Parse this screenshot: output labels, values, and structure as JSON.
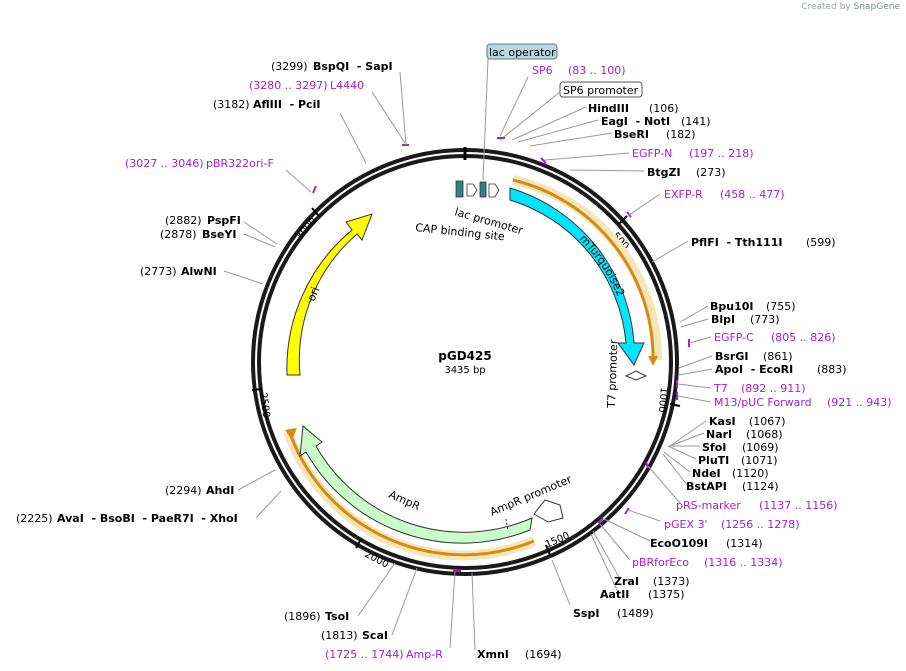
{
  "credit": {
    "prefix": "Created by",
    "brand": "SnapGene"
  },
  "plasmid": {
    "name": "pGD425",
    "length": "3435 bp"
  },
  "ticks": [
    "500",
    "1000",
    "1500",
    "2000",
    "2500",
    "3000"
  ],
  "features": {
    "mturquoise2": "mTurquoise2",
    "ori": "ori",
    "ampr": "AmpR",
    "ampr_promoter": "AmpR promoter",
    "lac_promoter": "lac promoter",
    "cap_site": "CAP binding site",
    "t7_promoter": "T7 promoter"
  },
  "boxed": {
    "lac_operator": "lac operator",
    "sp6_promoter": "SP6 promoter"
  },
  "enzymes": {
    "sapi": {
      "pos": "(3299)",
      "name": "BspQI  - SapI"
    },
    "pcii": {
      "pos": "(3182)",
      "name": "AflIII  - PciI"
    },
    "pspfi": {
      "pos": "(2882)",
      "name": "PspFI"
    },
    "bseyi": {
      "pos": "(2878)",
      "name": "BseYI"
    },
    "alwni": {
      "pos": "(2773)",
      "name": "AlwNI"
    },
    "ahdi": {
      "pos": "(2294)",
      "name": "AhdI"
    },
    "xhoi": {
      "pos": "(2225)",
      "name": "AvaI  - BsoBI  - PaeR7I  - XhoI"
    },
    "tsoi": {
      "pos": "(1896)",
      "name": "TsoI"
    },
    "scai": {
      "pos": "(1813)",
      "name": "ScaI"
    },
    "xmni": {
      "pos": "(1694)",
      "name": "XmnI"
    },
    "sspi": {
      "pos": "(1489)",
      "name": "SspI"
    },
    "aatii": {
      "pos": "(1375)",
      "name": "AatII"
    },
    "zrai": {
      "pos": "(1373)",
      "name": "ZraI"
    },
    "eco0109i": {
      "pos": "(1314)",
      "name": "EcoO109I"
    },
    "bstapi": {
      "pos": "(1124)",
      "name": "BstAPI"
    },
    "ndei": {
      "pos": "(1120)",
      "name": "NdeI"
    },
    "pluti": {
      "pos": "(1071)",
      "name": "PluTI"
    },
    "sfoi": {
      "pos": "(1069)",
      "name": "SfoI"
    },
    "nari": {
      "pos": "(1068)",
      "name": "NarI"
    },
    "kasi": {
      "pos": "(1067)",
      "name": "KasI"
    },
    "ecori": {
      "pos": "(883)",
      "name": "ApoI  - EcoRI"
    },
    "bsrgi": {
      "pos": "(861)",
      "name": "BsrGI"
    },
    "blpi": {
      "pos": "(773)",
      "name": "BlpI"
    },
    "bpu10i": {
      "pos": "(755)",
      "name": "Bpu10I"
    },
    "tth111i": {
      "pos": "(599)",
      "name": "PflFI  - Tth111I"
    },
    "btgzi": {
      "pos": "(273)",
      "name": "BtgZI"
    },
    "bseri": {
      "pos": "(182)",
      "name": "BseRI"
    },
    "noti": {
      "pos": "(141)",
      "name": "EagI  - NotI"
    },
    "hindiii": {
      "pos": "(106)",
      "name": "HindIII"
    }
  },
  "primers": {
    "l4440": {
      "pos": "(3280 .. 3297)",
      "name": "L4440"
    },
    "pbr322ori": {
      "pos": "(3027 .. 3046)",
      "name": "pBR322ori-F"
    },
    "sp6": {
      "name": "SP6",
      "pos": "(83 .. 100)"
    },
    "egfpn": {
      "name": "EGFP-N",
      "pos": "(197 .. 218)"
    },
    "exfpr": {
      "name": "EXFP-R",
      "pos": "(458 .. 477)"
    },
    "egfpc": {
      "name": "EGFP-C",
      "pos": "(805 .. 826)"
    },
    "t7": {
      "name": "T7",
      "pos": "(892 .. 911)"
    },
    "m13": {
      "name": "M13/pUC Forward",
      "pos": "(921 .. 943)"
    },
    "prs": {
      "name": "pRS-marker",
      "pos": "(1137 .. 1156)"
    },
    "pgex": {
      "name": "pGEX 3'",
      "pos": "(1256 .. 1278)"
    },
    "pbrforeco": {
      "name": "pBRforEco",
      "pos": "(1316 .. 1334)"
    },
    "ampr": {
      "pos": "(1725 .. 1744)",
      "name": "Amp-R"
    }
  },
  "colors": {
    "backbone": "#1a1a1a",
    "mturquoise2": "#00e5ff",
    "ori": "#ffff00",
    "ampr": "#c9fcc9",
    "orf": "#d88a10",
    "orf_glow": "#f5e6b8",
    "primer": "#a020d0",
    "lac_operator": "#b8d7e0",
    "cap_site": "#2e7f8a"
  }
}
